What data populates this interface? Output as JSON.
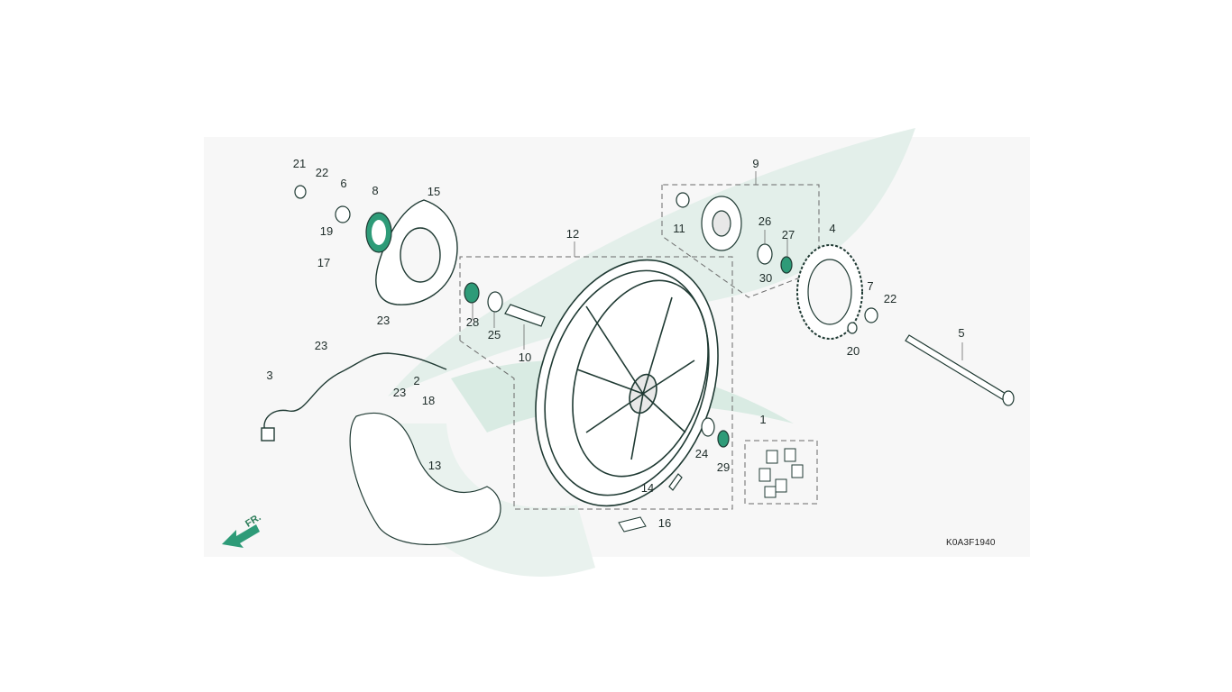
{
  "diagram": {
    "code": "K0A3F1940",
    "direction_label": "FR.",
    "callouts": [
      {
        "id": "c1",
        "text": "1"
      },
      {
        "id": "c2",
        "text": "2"
      },
      {
        "id": "c3",
        "text": "3"
      },
      {
        "id": "c4",
        "text": "4"
      },
      {
        "id": "c5",
        "text": "5"
      },
      {
        "id": "c6",
        "text": "6"
      },
      {
        "id": "c7",
        "text": "7"
      },
      {
        "id": "c8",
        "text": "8"
      },
      {
        "id": "c9",
        "text": "9"
      },
      {
        "id": "c10",
        "text": "10"
      },
      {
        "id": "c11",
        "text": "11"
      },
      {
        "id": "c12",
        "text": "12"
      },
      {
        "id": "c13",
        "text": "13"
      },
      {
        "id": "c14",
        "text": "14"
      },
      {
        "id": "c15",
        "text": "15"
      },
      {
        "id": "c16",
        "text": "16"
      },
      {
        "id": "c17",
        "text": "17"
      },
      {
        "id": "c18",
        "text": "18"
      },
      {
        "id": "c19",
        "text": "19"
      },
      {
        "id": "c20",
        "text": "20"
      },
      {
        "id": "c21",
        "text": "21"
      },
      {
        "id": "c22a",
        "text": "22"
      },
      {
        "id": "c22b",
        "text": "22"
      },
      {
        "id": "c23a",
        "text": "23"
      },
      {
        "id": "c23b",
        "text": "23"
      },
      {
        "id": "c23c",
        "text": "23"
      },
      {
        "id": "c24",
        "text": "24"
      },
      {
        "id": "c25",
        "text": "25"
      },
      {
        "id": "c26",
        "text": "26"
      },
      {
        "id": "c27",
        "text": "27"
      },
      {
        "id": "c28",
        "text": "28"
      },
      {
        "id": "c29",
        "text": "29"
      },
      {
        "id": "c30",
        "text": "30"
      }
    ],
    "colors": {
      "background": "#f7f7f7",
      "part_fill": "#ffffff",
      "part_stroke": "#1f3a33",
      "accent": "#2e9b78",
      "watermark": "#e3efea"
    }
  }
}
